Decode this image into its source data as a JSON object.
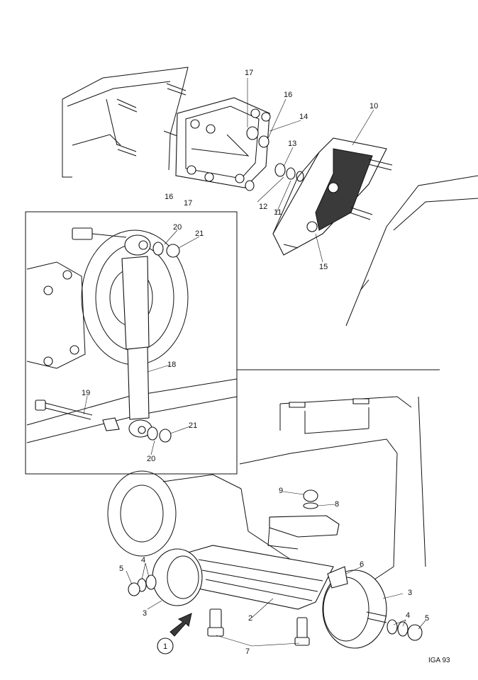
{
  "callouts": {
    "c1": "1",
    "c2": "2",
    "c3a": "3",
    "c3b": "3",
    "c4a": "4",
    "c4b": "4",
    "c5a": "5",
    "c5b": "5",
    "c6": "6",
    "c7": "7",
    "c8": "8",
    "c9": "9",
    "c10": "10",
    "c11": "11",
    "c12": "12",
    "c13": "13",
    "c14": "14",
    "c15": "15",
    "c16a": "16",
    "c16b": "16",
    "c17a": "17",
    "c17b": "17",
    "c18": "18",
    "c19": "19",
    "c20a": "20",
    "c20b": "20",
    "c21a": "21",
    "c21b": "21"
  },
  "figure_code": "IGA 93"
}
